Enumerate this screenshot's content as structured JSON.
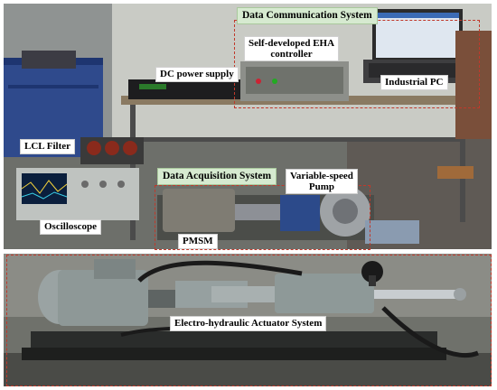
{
  "labels": {
    "data_communication_system": "Data Communication System",
    "eha_controller": "Self-developed EHA\ncontroller",
    "dc_power_supply": "DC power supply",
    "industrial_pc": "Industrial PC",
    "lcl_filter": "LCL Filter",
    "data_acquisition_system": "Data Acquisition System",
    "variable_speed_pump": "Variable-speed\nPump",
    "oscilloscope": "Oscilloscope",
    "pmsm": "PMSM",
    "eha_system": "Electro-hydraulic Actuator System"
  },
  "colors": {
    "label_background": "#ffffff",
    "section_label_background": "#d6ead0",
    "dashed_outline": "#c0392b"
  }
}
